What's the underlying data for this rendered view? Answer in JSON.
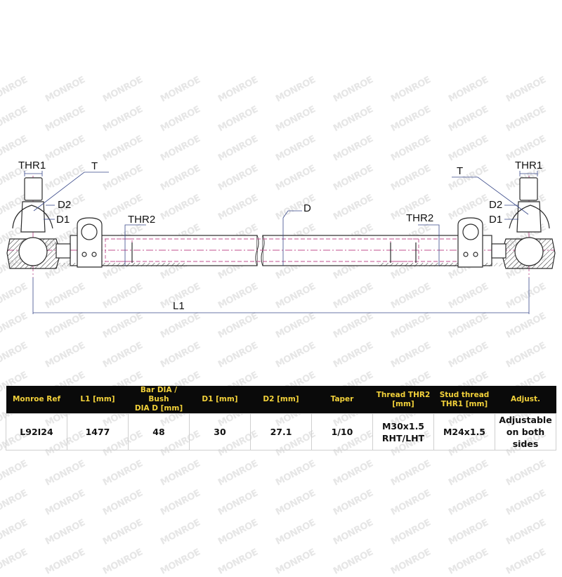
{
  "watermark": {
    "text": "MONROE"
  },
  "drawing": {
    "labels": {
      "thr1_left": "THR1",
      "t_left": "T",
      "d2_left": "D2",
      "d1_left": "D1",
      "thr2_left": "THR2",
      "d_center": "D",
      "thr2_right": "THR2",
      "t_right": "T",
      "thr1_right": "THR1",
      "d2_right": "D2",
      "d1_right": "D1",
      "l1": "L1"
    },
    "colors": {
      "outline": "#2b2b2b",
      "centerline": "#c0508f",
      "dimension": "#3a4a8a"
    }
  },
  "spec_table": {
    "headers": [
      [
        "Monroe Ref"
      ],
      [
        "L1 [mm]"
      ],
      [
        "Bar DIA / Bush",
        "DIA D [mm]"
      ],
      [
        "D1 [mm]"
      ],
      [
        "D2 [mm]"
      ],
      [
        "Taper"
      ],
      [
        "Thread THR2",
        "[mm]"
      ],
      [
        "Stud thread",
        "THR1 [mm]"
      ],
      [
        "Adjust."
      ]
    ],
    "row": [
      [
        "L92I24"
      ],
      [
        "1477"
      ],
      [
        "48"
      ],
      [
        "30"
      ],
      [
        "27.1"
      ],
      [
        "1/10"
      ],
      [
        "M30x1.5",
        "RHT/LHT"
      ],
      [
        "M24x1.5"
      ],
      [
        "Adjustable",
        "on both",
        "sides"
      ]
    ],
    "colors": {
      "header_bg": "#0a0a0a",
      "header_text": "#f2d13a",
      "border": "#cfcfcf"
    }
  }
}
